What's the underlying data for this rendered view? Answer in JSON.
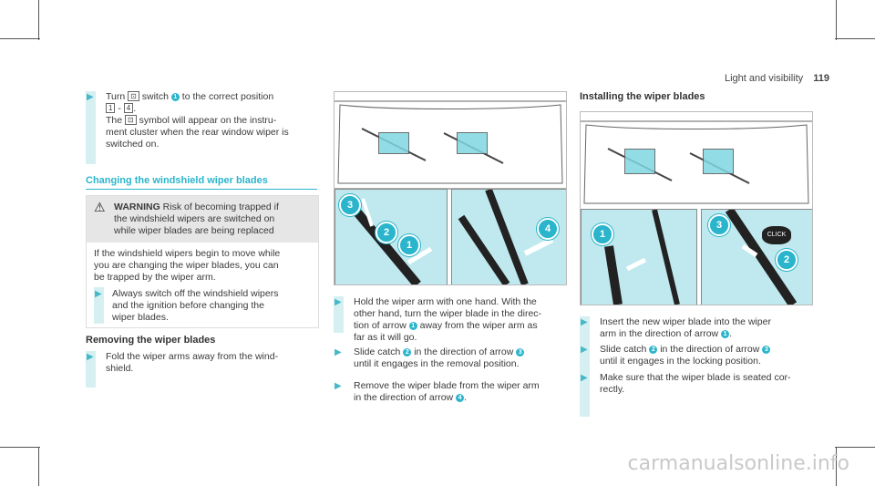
{
  "header": {
    "section": "Light and visibility",
    "page": "119"
  },
  "col1": {
    "step_turn": {
      "a": "Turn",
      "b": "switch",
      "c": "to the correct position",
      "d": "-",
      "e": "The",
      "f": "symbol will appear on the instru-",
      "g": "ment cluster when the rear window wiper is",
      "h": "switched on.",
      "key1": "1",
      "key4": "4"
    },
    "section_title": "Changing the windshield wiper blades",
    "warning": {
      "label": "WARNING",
      "lead": " Risk of becoming trapped if",
      "line2": "the windshield wipers are switched on",
      "line3": "while wiper blades are being replaced",
      "body1": "If the windshield wipers begin to move while",
      "body2": "you are changing the wiper blades, you can",
      "body3": "be trapped by the wiper arm.",
      "step1": "Always switch off the windshield wipers",
      "step2": "and the ignition before changing the",
      "step3": "wiper blades."
    },
    "removing_title": "Removing the wiper blades",
    "fold1": "Fold the wiper arms away from the wind-",
    "fold2": "shield."
  },
  "col2": {
    "s1": [
      "Hold the wiper arm with one hand. With the",
      "other hand, turn the wiper blade in the direc-",
      "tion of arrow",
      "away from the wiper arm as",
      "far as it will go."
    ],
    "s2": [
      "Slide catch",
      "in the direction of arrow",
      "until it engages in the removal position."
    ],
    "s3": [
      "Remove the wiper blade from the wiper arm",
      "in the direction of arrow",
      "."
    ]
  },
  "col3": {
    "title": "Installing the wiper blades",
    "s1": [
      "Insert the new wiper blade into the wiper",
      "arm in the direction of arrow",
      "."
    ],
    "s2": [
      "Slide catch",
      "in the direction of arrow",
      "until it engages in the locking position."
    ],
    "s3": [
      "Make sure that the wiper blade is seated cor-",
      "rectly."
    ]
  },
  "callouts": {
    "n1": "1",
    "n2": "2",
    "n3": "3",
    "n4": "4",
    "click": "CLICK"
  },
  "watermark": "carmanualsonline.info",
  "colors": {
    "accent": "#2ab5cc",
    "panel": "#bfe9ee",
    "bar": "#d6f0f2"
  }
}
